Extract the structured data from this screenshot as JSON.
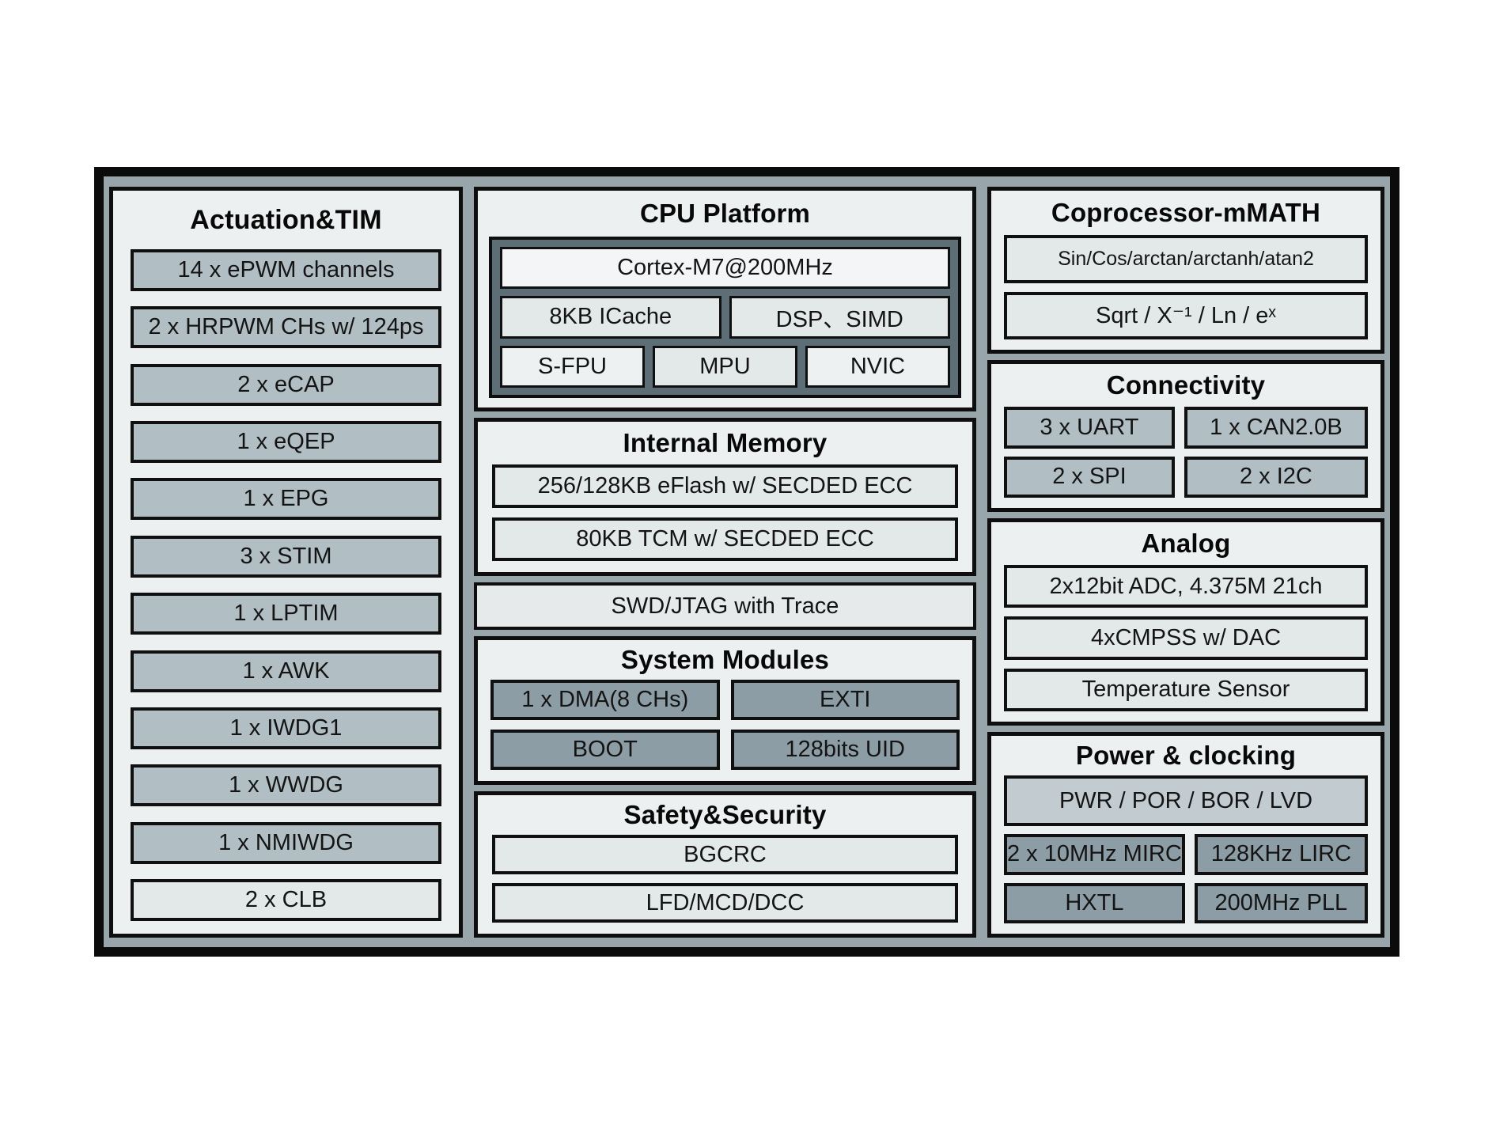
{
  "colors": {
    "frame_background": "#98a6ac",
    "panel_background": "#edf0f1",
    "box_medium_gray": "#b1bec3",
    "box_dark_gray": "#8d9da5",
    "box_light_gray": "#e3e8e9",
    "cpu_container_gray": "#5d6e76",
    "border_black": "#0e0e0e"
  },
  "left_panel": {
    "title": "Actuation&TIM",
    "rows": [
      "14 x ePWM channels",
      "2 x HRPWM CHs w/ 124ps",
      "2 x eCAP",
      "1 x eQEP",
      "1 x EPG",
      "3 x STIM",
      "1 x LPTIM",
      "1 x AWK",
      "1 x IWDG1",
      "1 x WWDG",
      "1 x NMIWDG",
      "2 x CLB"
    ]
  },
  "cpu_platform": {
    "title": "CPU Platform",
    "core": "Cortex-M7@200MHz",
    "row2": [
      "8KB ICache",
      "DSP、SIMD"
    ],
    "row3": [
      "S-FPU",
      "MPU",
      "NVIC"
    ]
  },
  "internal_memory": {
    "title": "Internal Memory",
    "rows": [
      "256/128KB eFlash w/ SECDED ECC",
      "80KB TCM w/ SECDED ECC"
    ]
  },
  "debug": {
    "label": "SWD/JTAG with Trace"
  },
  "system_modules": {
    "title": "System Modules",
    "cells": [
      "1 x DMA(8 CHs)",
      "EXTI",
      "BOOT",
      "128bits UID"
    ]
  },
  "safety_security": {
    "title": "Safety&Security",
    "rows": [
      "BGCRC",
      "LFD/MCD/DCC"
    ]
  },
  "coprocessor": {
    "title": "Coprocessor-mMATH",
    "rows": [
      "Sin/Cos/arctan/arctanh/atan2",
      "Sqrt / X⁻¹ / Ln / eˣ"
    ]
  },
  "connectivity": {
    "title": "Connectivity",
    "cells": [
      "3 x UART",
      "1 x CAN2.0B",
      "2 x SPI",
      "2 x I2C"
    ]
  },
  "analog": {
    "title": "Analog",
    "rows": [
      "2x12bit ADC, 4.375M 21ch",
      "4xCMPSS w/ DAC",
      "Temperature Sensor"
    ]
  },
  "power_clocking": {
    "title": "Power & clocking",
    "wide_row": "PWR / POR / BOR / LVD",
    "cells": [
      "2 x 10MHz MIRC",
      "128KHz LIRC",
      "HXTL",
      "200MHz PLL"
    ]
  }
}
